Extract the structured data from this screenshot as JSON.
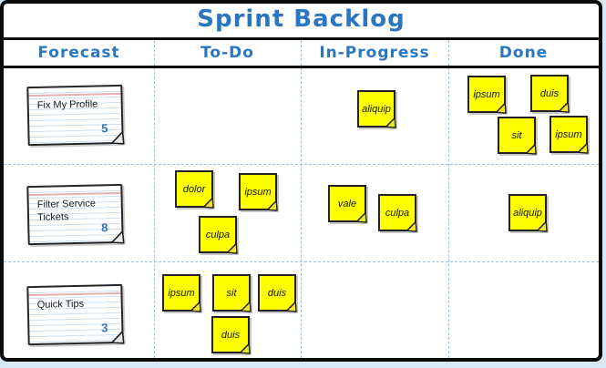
{
  "board": {
    "title": "Sprint Backlog",
    "columns": [
      "Forecast",
      "To-Do",
      "In-Progress",
      "Done"
    ]
  },
  "rows": [
    {
      "story": {
        "title": "Fix My Profile",
        "points": "5"
      },
      "todo": [],
      "in_progress": [
        "aliquip"
      ],
      "done": [
        "ipsum",
        "duis",
        "sit",
        "ipsum"
      ]
    },
    {
      "story": {
        "title": "Filter Service Tickets",
        "points": "8"
      },
      "todo": [
        "dolor",
        "ipsum",
        "culpa"
      ],
      "in_progress": [
        "vale",
        "culpa"
      ],
      "done": [
        "aliquip"
      ]
    },
    {
      "story": {
        "title": "Quick Tips",
        "points": "3"
      },
      "todo": [
        "ipsum",
        "sit",
        "duis",
        "duis"
      ],
      "in_progress": [],
      "done": []
    }
  ],
  "colors": {
    "accent_blue": "#2b76c2",
    "points_blue": "#2e75b6",
    "sticky_yellow": "#ffff00",
    "grid_dash_blue": "#93c3e8",
    "page_margin_blue": "#d7e8f6",
    "card_rule_red": "#e4b0b0",
    "card_rule_blue": "#cfe1f0"
  }
}
